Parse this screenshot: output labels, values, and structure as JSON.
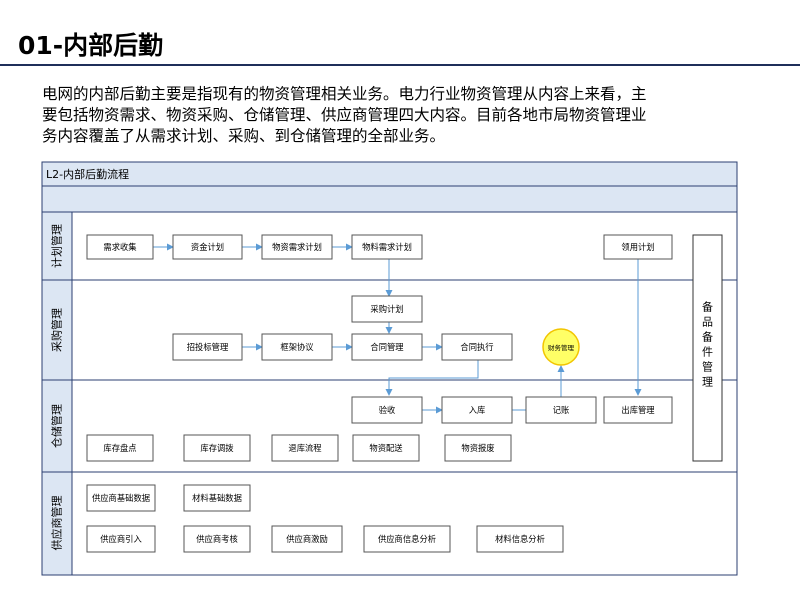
{
  "page": {
    "title": "01-内部后勤",
    "intro_lines": [
      "电网的内部后勤主要是指现有的物资管理相关业务。电力行业物资管理从内容上来看，主",
      "要包括物资需求、物资采购、仓储管理、供应商管理四大内容。目前各地市局物资管理业",
      "务内容覆盖了从需求计划、采购、到仓储管理的全部业务。"
    ]
  },
  "diagram": {
    "title": "L2-内部后勤流程",
    "colors": {
      "header_fill": "#dce6f3",
      "lane_fill": "#dce6f3",
      "border": "#2b3f70",
      "box_border": "#555555",
      "arrow": "#5b9bd5",
      "circle_fill": "#ffff66",
      "circle_border": "#f2c500"
    },
    "lanes": {
      "plan": "计划管理",
      "purchase": "采购管理",
      "storage": "仓储管理",
      "supplier": "供应商管理"
    },
    "side_panel": "备品备件管理",
    "boxes": {
      "need_collect": "需求收集",
      "fund_plan": "资金计划",
      "material_need_plan": "物资需求计划",
      "material_need_plan2": "物料需求计划",
      "use_plan": "领用计划",
      "purchase_plan": "采购计划",
      "bidding": "招投标管理",
      "framework": "框架协议",
      "contract_mgmt": "合同管理",
      "contract_exec": "合同执行",
      "finance": "财务管理",
      "acceptance": "验收",
      "in_storage": "入库",
      "bookkeeping": "记账",
      "out_storage": "出库管理",
      "inventory": "库存盘点",
      "transfer": "库存调拨",
      "return": "退库流程",
      "distribution": "物资配送",
      "scrap": "物资报废",
      "supplier_base": "供应商基础数据",
      "material_base": "材料基础数据",
      "supplier_intro": "供应商引入",
      "supplier_eval": "供应商考核",
      "supplier_incentive": "供应商激励",
      "supplier_info": "供应商信息分析",
      "material_info": "材料信息分析"
    }
  }
}
